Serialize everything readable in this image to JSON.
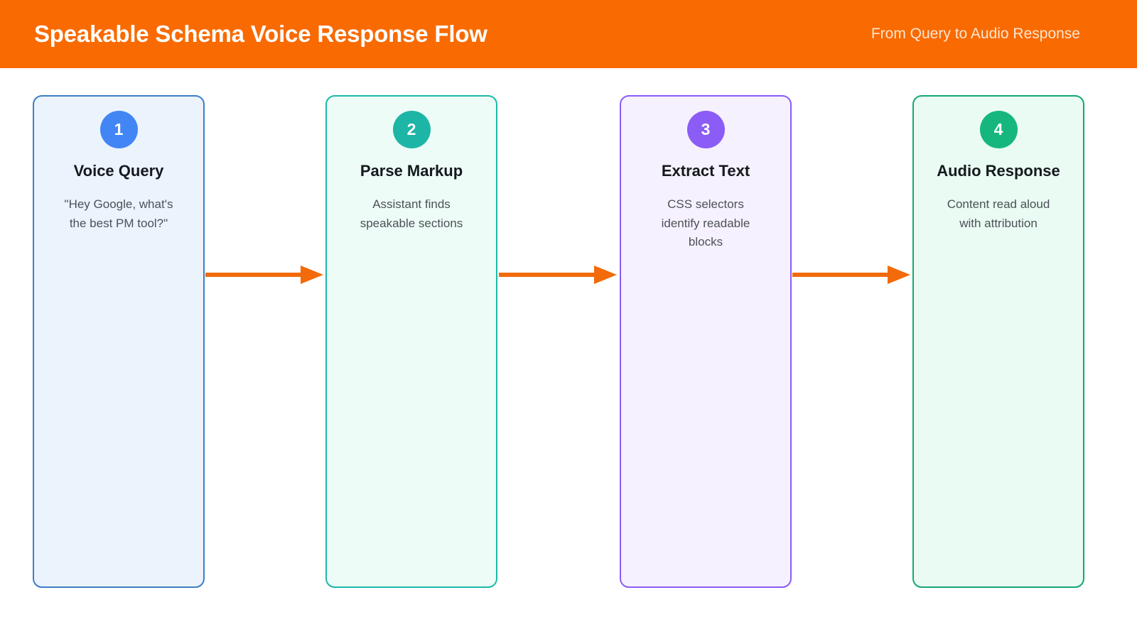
{
  "header": {
    "title": "Speakable Schema Voice Response Flow",
    "subtitle": "From Query to Audio Response",
    "background_color": "#F96A00",
    "title_color": "#FFFFFF",
    "subtitle_color": "#FFE6D2"
  },
  "flow": {
    "arrow_color": "#F26A09",
    "steps": [
      {
        "number": "1",
        "title": "Voice Query",
        "description": "\"Hey Google, what's the best PM tool?\"",
        "badge_color": "#4285F4",
        "border_color": "#3C7FC6",
        "background_color": "#EBF3FD"
      },
      {
        "number": "2",
        "title": "Parse Markup",
        "description": "Assistant finds speakable sections",
        "badge_color": "#1DB5A6",
        "border_color": "#1DB8AB",
        "background_color": "#EDFCF7"
      },
      {
        "number": "3",
        "title": "Extract Text",
        "description": "CSS selectors identify readable blocks",
        "badge_color": "#8B5CF6",
        "border_color": "#8B5CF6",
        "background_color": "#F6F1FE"
      },
      {
        "number": "4",
        "title": "Audio Response",
        "description": "Content read aloud with attribution",
        "badge_color": "#15B77E",
        "border_color": "#16A777",
        "background_color": "#E9FBF2"
      }
    ]
  }
}
